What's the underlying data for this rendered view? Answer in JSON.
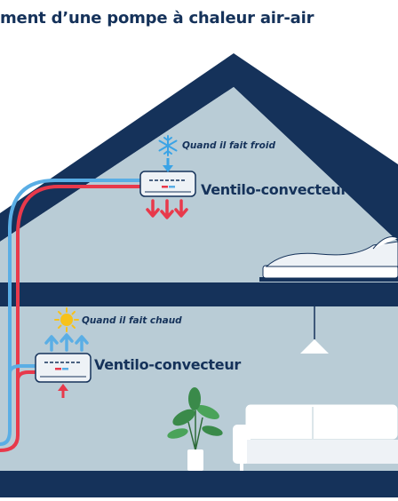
{
  "title": "ment d’une pompe à chaleur air-air",
  "upper_unit": {
    "condition": "Quand il fait froid",
    "label": "Ventilo-convecteur",
    "condition_icon": "snowflake-icon",
    "airflow_icon": "arrow-down-icon"
  },
  "lower_unit": {
    "condition": "Quand il fait chaud",
    "label": "Ventilo-convecteur",
    "condition_icon": "sun-icon",
    "airflow_icon": "arrow-up-icon"
  },
  "colors": {
    "title_text": "#15325a",
    "roof": "#15325a",
    "wall": "#b9ccd6",
    "floor": "#15325a",
    "cold_pipe": "#5aaee5",
    "hot_pipe": "#e8394b",
    "snowflake": "#3aa3e6",
    "sun": "#f7c21a"
  }
}
